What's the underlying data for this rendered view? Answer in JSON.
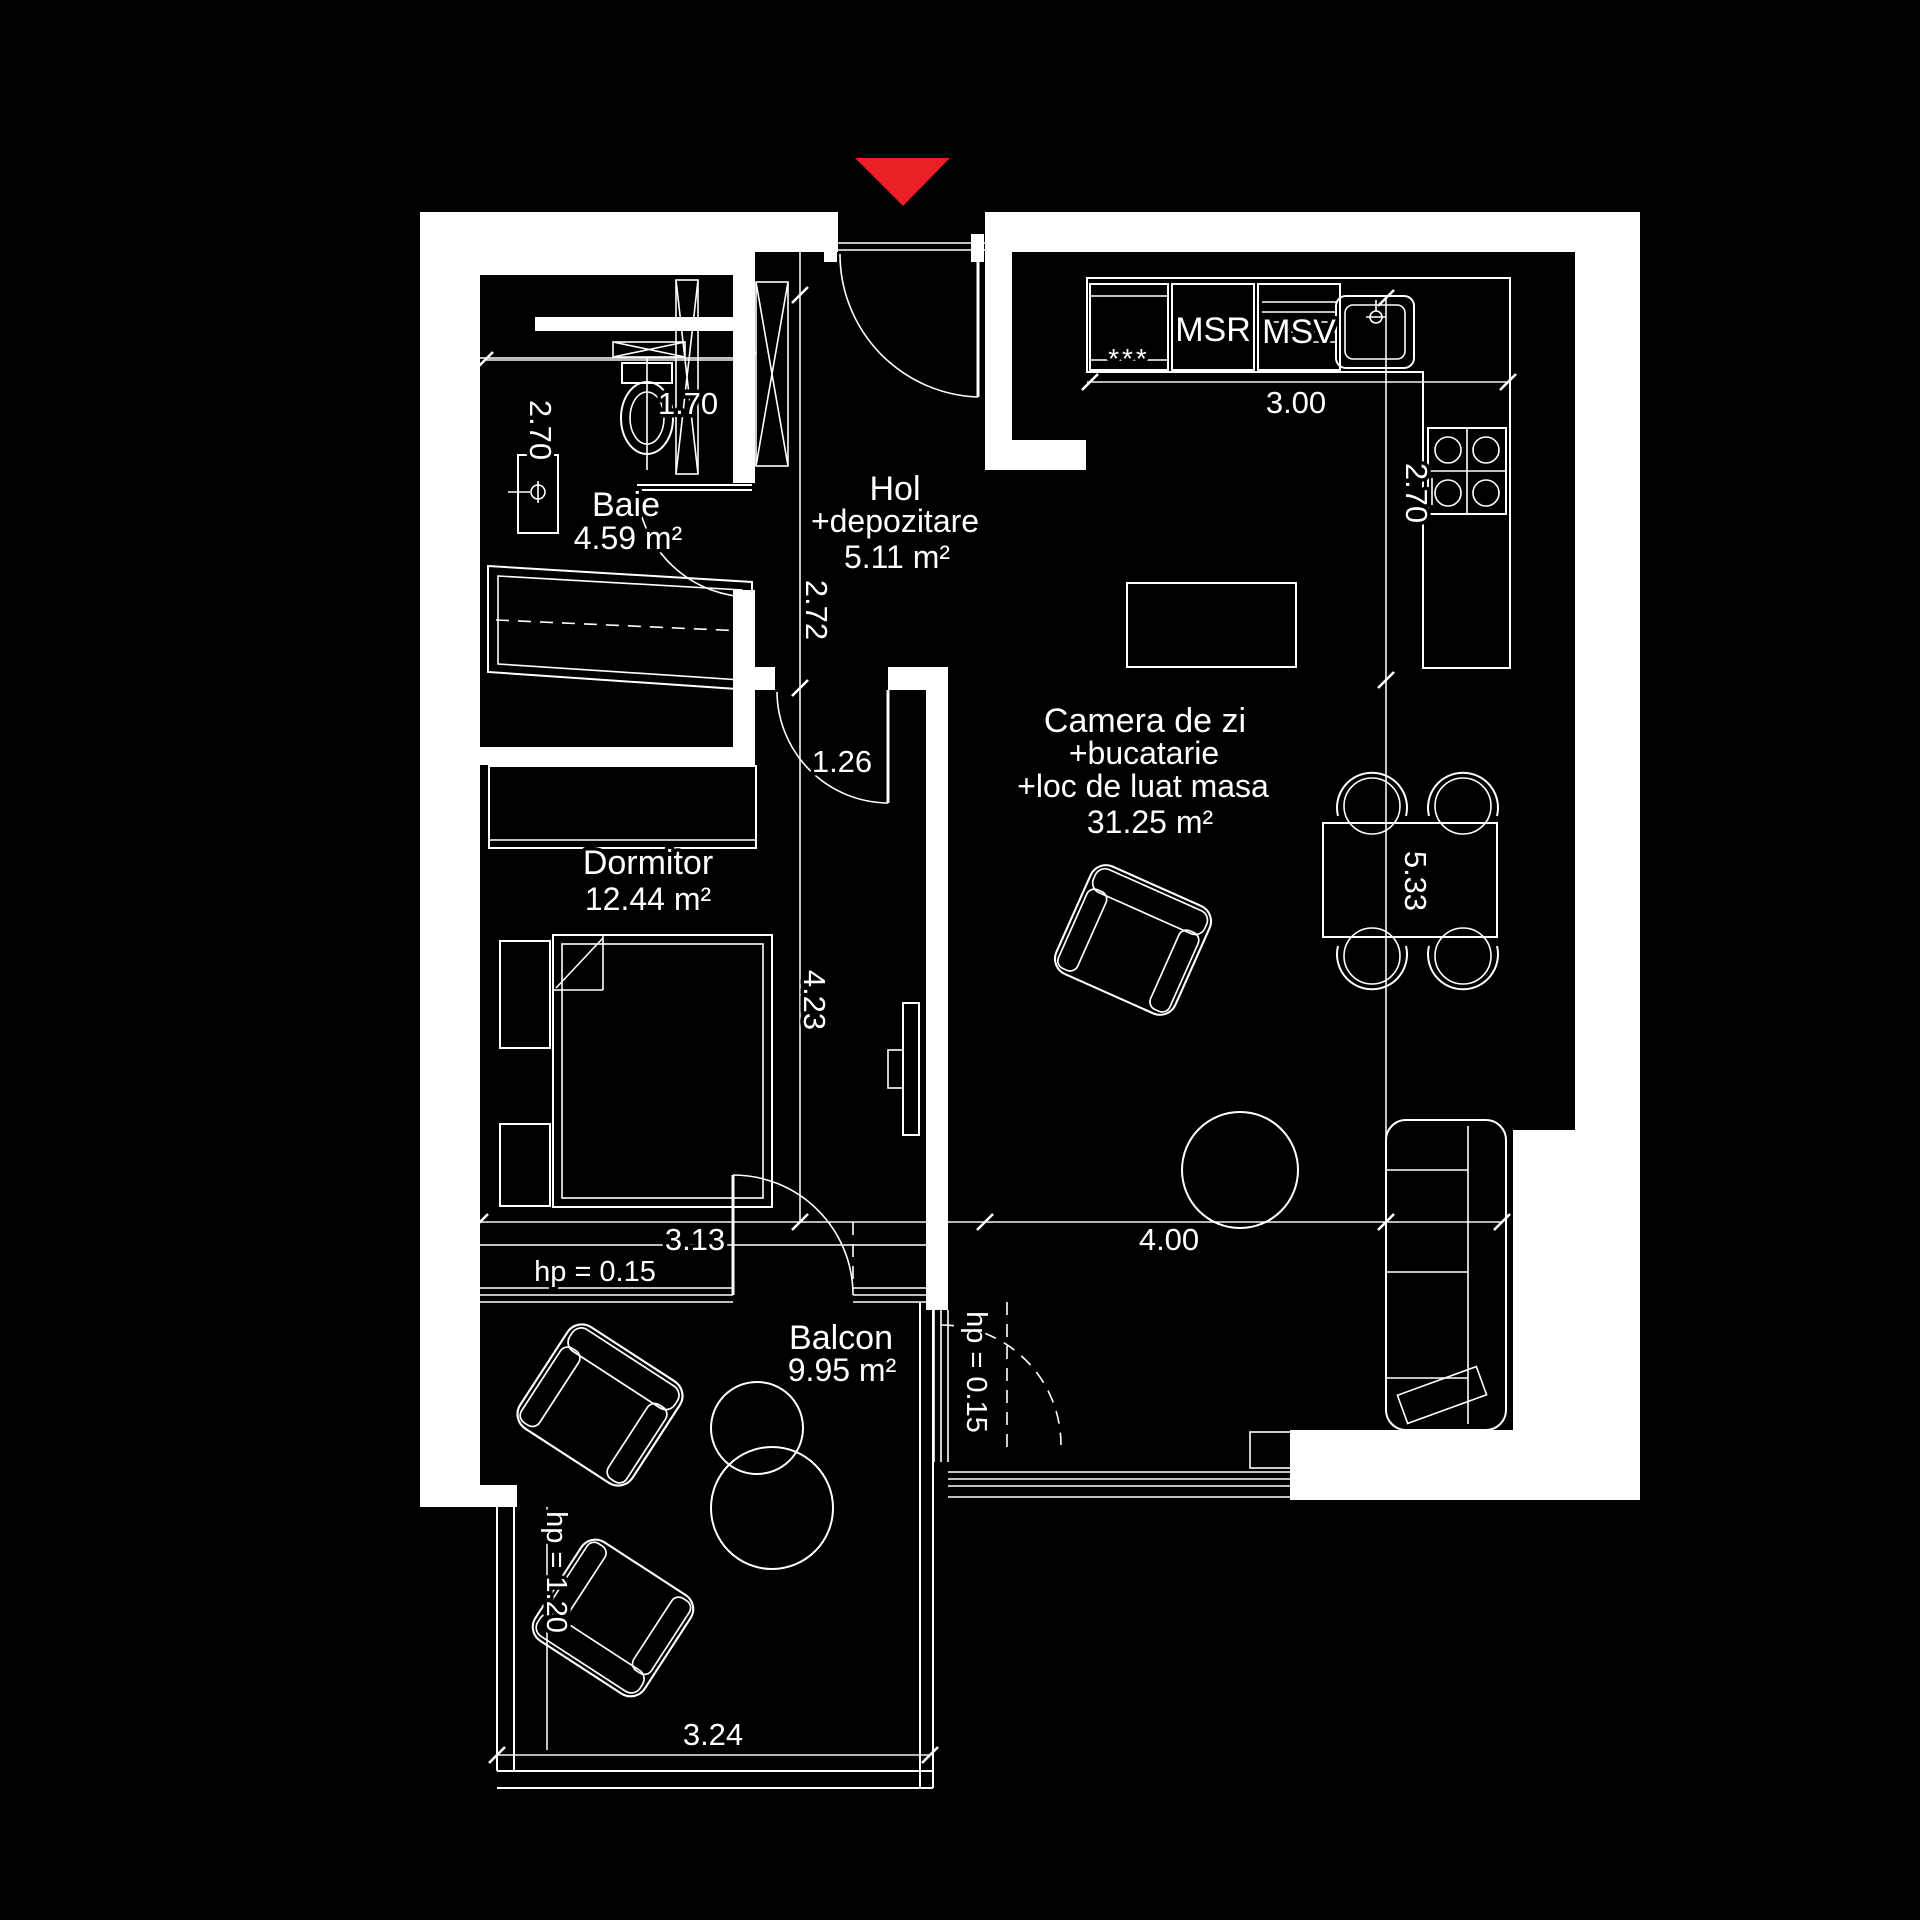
{
  "plan": {
    "rooms": [
      {
        "id": "hol",
        "name": "Hol",
        "line2": "+depozitare",
        "area": "5.11 m²"
      },
      {
        "id": "baie",
        "name": "Baie",
        "area": "4.59 m²"
      },
      {
        "id": "dormitor",
        "name": "Dormitor",
        "area": "12.44 m²"
      },
      {
        "id": "camera",
        "name": "Camera de zi",
        "line2": "+bucatarie",
        "line3": "+loc de luat masa",
        "area": "31.25 m²"
      },
      {
        "id": "balcon",
        "name": "Balcon",
        "area": "9.95 m²"
      }
    ],
    "appliances": {
      "washing_machine": "MSR",
      "dishwasher": "MSV",
      "freezer_stars": "***"
    },
    "dimensions": {
      "baie_width": "2.70",
      "baie_top": "1.70",
      "hol_height": "2.72",
      "kitchen_width": "3.00",
      "kitchen_depth": "2.70",
      "dormitor_door": "1.26",
      "dormitor_height": "4.23",
      "living_height": "5.33",
      "dormitor_width": "3.13",
      "living_width": "4.00",
      "parapet_dormitor": "hp = 0.15",
      "parapet_living": "hp = 0.15",
      "parapet_balcon": "hp = 1.20",
      "balcon_width": "3.24"
    }
  },
  "colors": {
    "background": "#000000",
    "lines": "#ffffff",
    "entrance_marker": "#ec1f26"
  }
}
